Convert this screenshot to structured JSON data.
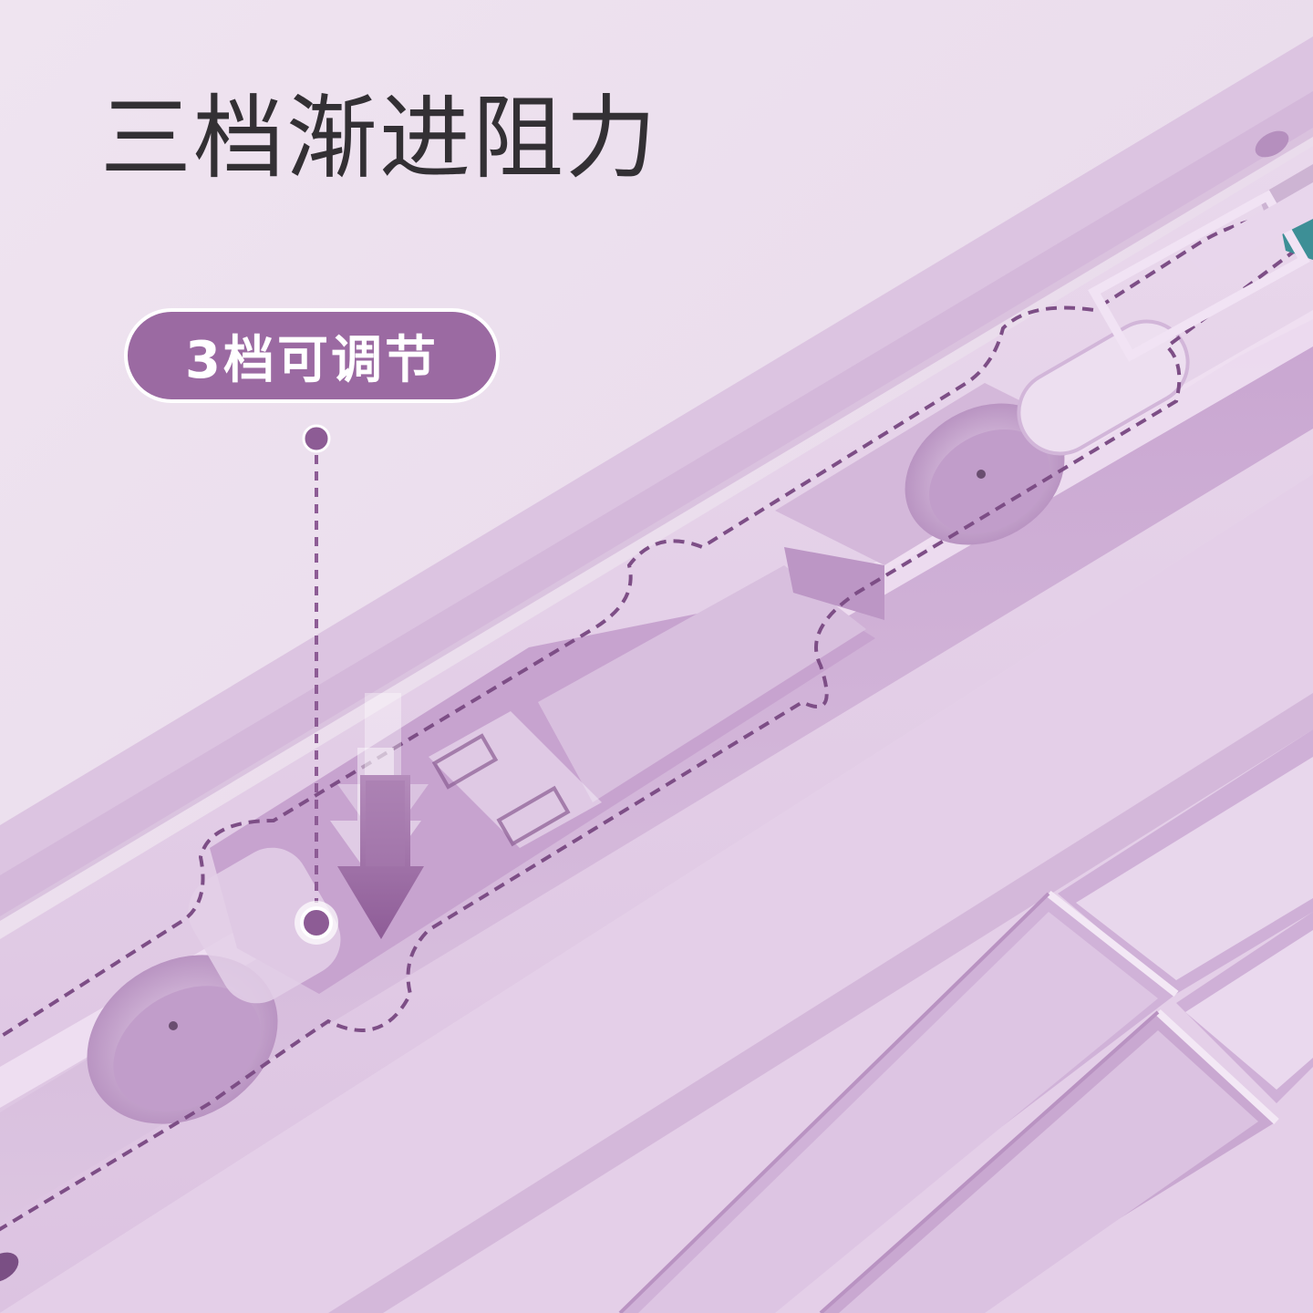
{
  "headline": "三档渐进阻力",
  "badge": {
    "label": "3档可调节"
  },
  "colors": {
    "background": "#eadcec",
    "accent": "#9b6aa2",
    "headline_text": "#333034",
    "badge_text": "#ffffff",
    "teal_part": "#3d8f96"
  },
  "icons": {
    "pointer_line": "dashed-callout-line",
    "direction_arrow": "down-arrow-icon"
  }
}
